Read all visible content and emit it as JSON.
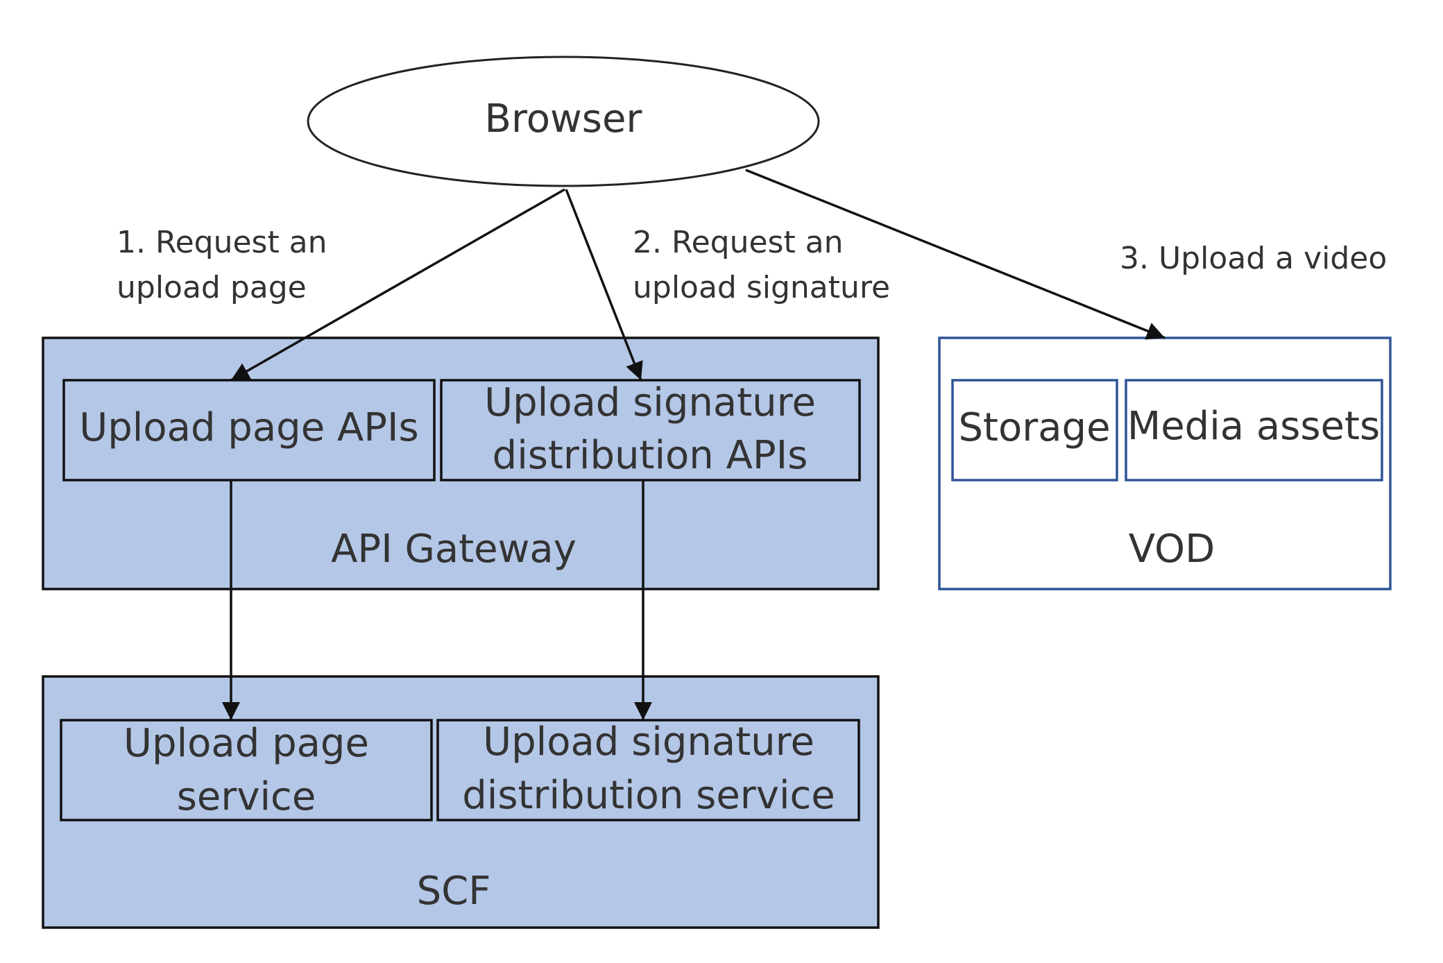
{
  "browser": {
    "label": "Browser"
  },
  "api_gateway": {
    "label": "API Gateway",
    "upload_page_apis": "Upload page APIs",
    "signature_apis": [
      "Upload signature",
      "distribution APIs"
    ]
  },
  "scf": {
    "label": "SCF",
    "upload_page_service": [
      "Upload page",
      "service"
    ],
    "signature_service": [
      "Upload signature",
      "distribution service"
    ]
  },
  "vod": {
    "label": "VOD",
    "storage": "Storage",
    "media_assets": "Media assets"
  },
  "edges": {
    "request_page": [
      "1. Request an",
      "upload page"
    ],
    "request_signature": [
      "2. Request an",
      "upload signature"
    ],
    "upload_video": "3. Upload a video"
  },
  "colors": {
    "container_fill": "#b4c7e7",
    "container_stroke": "#111111",
    "vod_stroke": "#2f5597",
    "text": "#333333",
    "arrow": "#111111"
  }
}
